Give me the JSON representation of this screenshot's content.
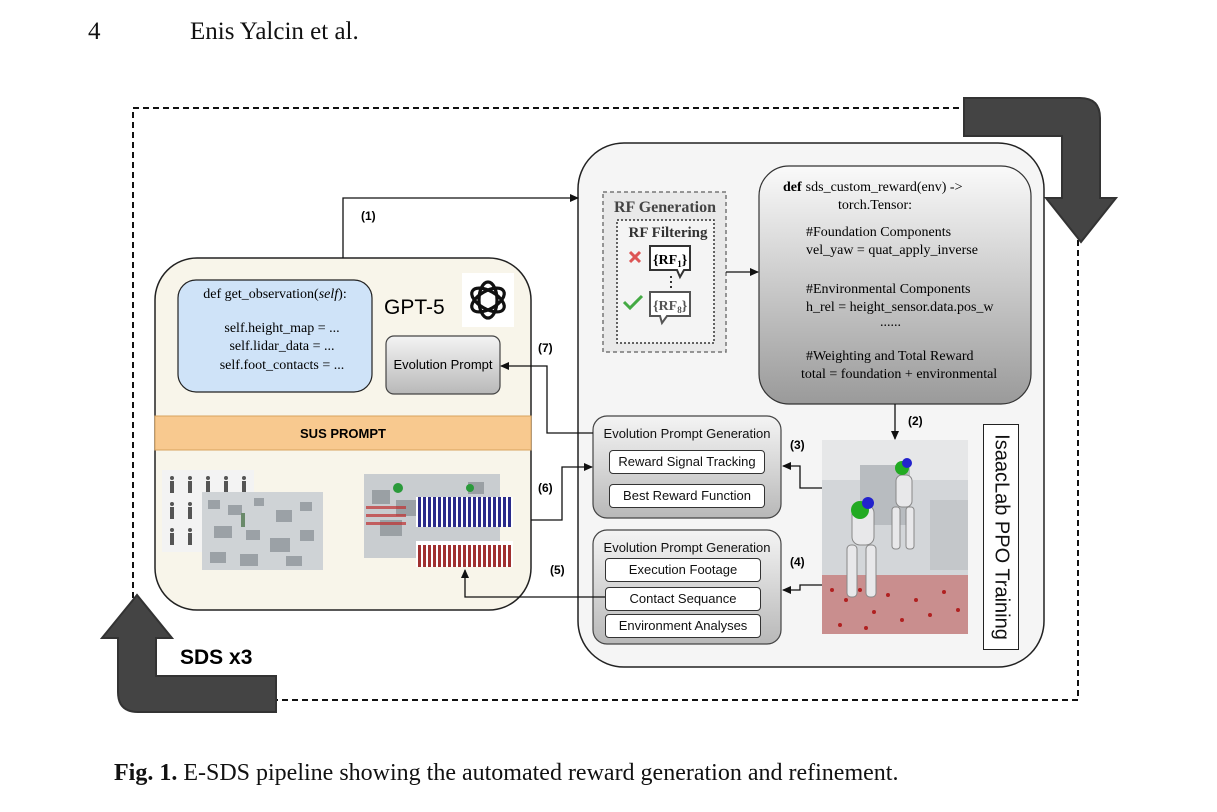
{
  "header": {
    "page_number": "4",
    "authors": "Enis Yalcin et al."
  },
  "caption": {
    "label": "Fig. 1.",
    "text": "E-SDS pipeline showing the automated reward generation and refinement."
  },
  "loop_label": "SDS x3",
  "llm": {
    "name": "GPT-5",
    "logo_icon": "openai-logo-icon"
  },
  "observation_code": {
    "signature_prefix": "def get_observation(",
    "signature_arg": "self",
    "signature_suffix": "):",
    "lines": [
      "self.height_map = ...",
      "self.lidar_data = ...",
      "self.foot_contacts = ..."
    ]
  },
  "evolution_prompt_label": "Evolution Prompt",
  "sus_prompt_label": "SUS PROMPT",
  "steps": {
    "s1": "(1)",
    "s2": "(2)",
    "s3": "(3)",
    "s4": "(4)",
    "s5": "(5)",
    "s6": "(6)",
    "s7": "(7)"
  },
  "rf_generation": {
    "title": "RF Generation",
    "filtering_title": "RF Filtering",
    "rf_first": "{RF",
    "rf_first_sub": "1",
    "rf_last": "{RF",
    "rf_last_sub": "8",
    "rf_close": "}"
  },
  "reward_code": {
    "def_kw": "def",
    "signature": "sds_custom_reward(env) ->",
    "return_type": "torch.Tensor:",
    "foundation_comment": "#Foundation Components",
    "foundation_line": "vel_yaw = quat_apply_inverse",
    "env_comment": "#Environmental Components",
    "env_line": "h_rel = height_sensor.data.pos_w",
    "ellipsis": "......",
    "weight_comment": "#Weighting and Total Reward",
    "total_line": "total = foundation + environmental"
  },
  "evo_gen_1": {
    "title": "Evolution Prompt Generation",
    "items": [
      "Reward Signal Tracking",
      "Best Reward Function"
    ]
  },
  "evo_gen_2": {
    "title": "Evolution Prompt Generation",
    "items": [
      "Execution Footage",
      "Contact Sequance",
      "Environment Analyses"
    ]
  },
  "training_label": "IsaacLab PPO Training",
  "colors": {
    "sus_bar": "#f8c98f",
    "obs_box": "#cfe3f8",
    "left_panel": "#f8f5ea",
    "arrow_gray": "#4a4a4a",
    "contact_red": "#a03030",
    "contact_blue": "#2a2a8a"
  }
}
